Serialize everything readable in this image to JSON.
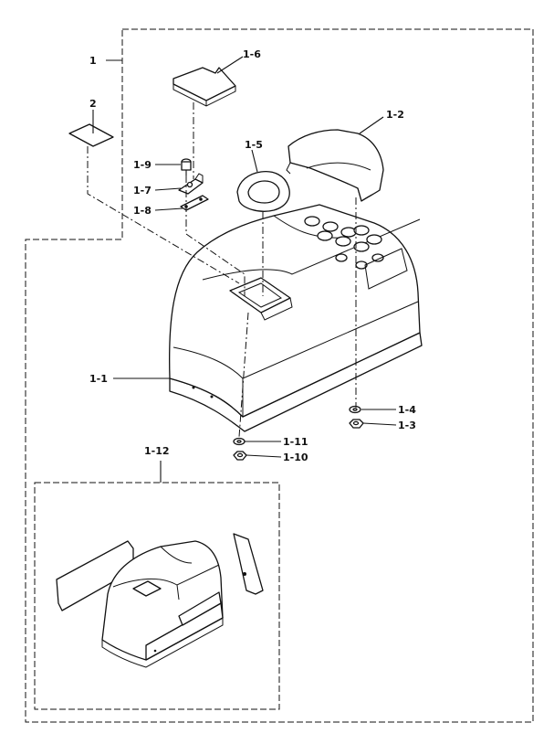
{
  "labels": {
    "assembly": "1",
    "decal": "2",
    "cowl": "1-1",
    "cover": "1-2",
    "nut": "1-3",
    "washer": "1-4",
    "grommet": "1-5",
    "plate": "1-6",
    "clip": "1-7",
    "bracket": "1-8",
    "screw": "1-9",
    "nut_small": "1-10",
    "washer_small": "1-11",
    "graphics_kit": "1-12"
  }
}
